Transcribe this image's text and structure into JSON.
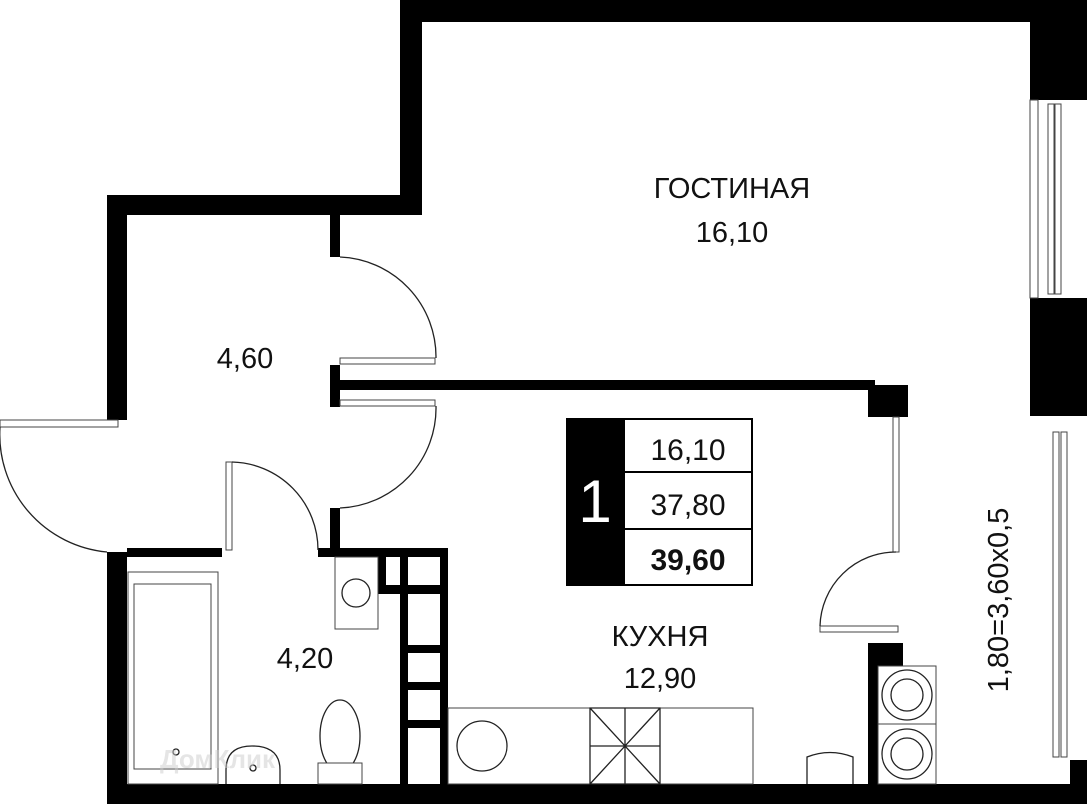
{
  "rooms": {
    "living": {
      "name": "ГОСТИНАЯ",
      "area": "16,10"
    },
    "hall": {
      "area": "4,60"
    },
    "bathroom": {
      "area": "4,20"
    },
    "kitchen": {
      "name": "КУХНЯ",
      "area": "12,90"
    },
    "balcony": {
      "label": "1,80=3,60x0,5"
    }
  },
  "legend": {
    "rooms_count": "1",
    "living_area": "16,10",
    "total_area": "37,80",
    "total_with_balcony": "39,60"
  },
  "watermark": "ДомКлик",
  "colors": {
    "wall": "#000000",
    "fixture": "#444444",
    "background": "#ffffff"
  }
}
